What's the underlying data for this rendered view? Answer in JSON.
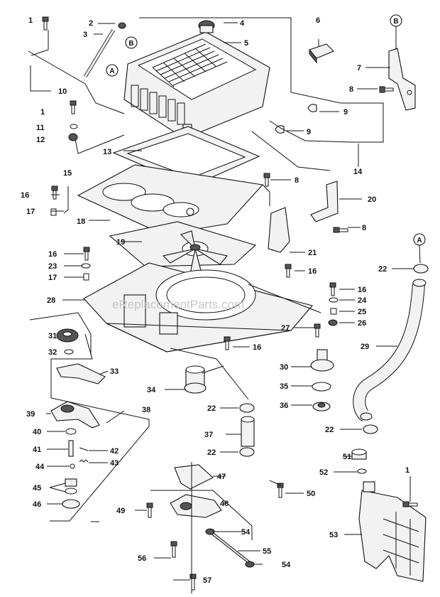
{
  "watermark": "eReplacementParts.com",
  "reference_markers": [
    "A",
    "B"
  ],
  "callouts": [
    "1",
    "2",
    "3",
    "4",
    "5",
    "6",
    "7",
    "8",
    "9",
    "10",
    "11",
    "12",
    "13",
    "14",
    "15",
    "16",
    "17",
    "18",
    "19",
    "20",
    "21",
    "22",
    "23",
    "24",
    "25",
    "26",
    "27",
    "28",
    "29",
    "30",
    "31",
    "32",
    "33",
    "34",
    "35",
    "36",
    "37",
    "38",
    "39",
    "40",
    "41",
    "42",
    "43",
    "44",
    "45",
    "46",
    "47",
    "48",
    "49",
    "50",
    "51",
    "52",
    "53",
    "54",
    "55",
    "56",
    "57"
  ]
}
